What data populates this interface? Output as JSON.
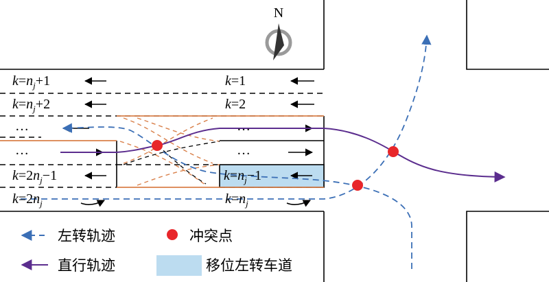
{
  "compass": {
    "label": "N"
  },
  "lane_labels": {
    "west_k1": "k=nj+1",
    "west_k2": "k=nj+2",
    "west_k3": "k=2nj−1",
    "west_k4": "k=2nj",
    "east_k1": "k=1",
    "east_k2": "k=2",
    "east_k3": "k=nj−1",
    "east_k4": "k=nj",
    "ellipsis": "…"
  },
  "legend": {
    "left_turn": "左转轨迹",
    "conflict": "冲突点",
    "straight": "直行轨迹",
    "shifted_lane": "移位左转车道"
  },
  "colors": {
    "left_turn_path": "#3b6fb6",
    "straight_path": "#5b2d8e",
    "conflict_point": "#e8262a",
    "shifted_lane_fill": "#bcdcf0",
    "island_line": "#d9804a"
  }
}
